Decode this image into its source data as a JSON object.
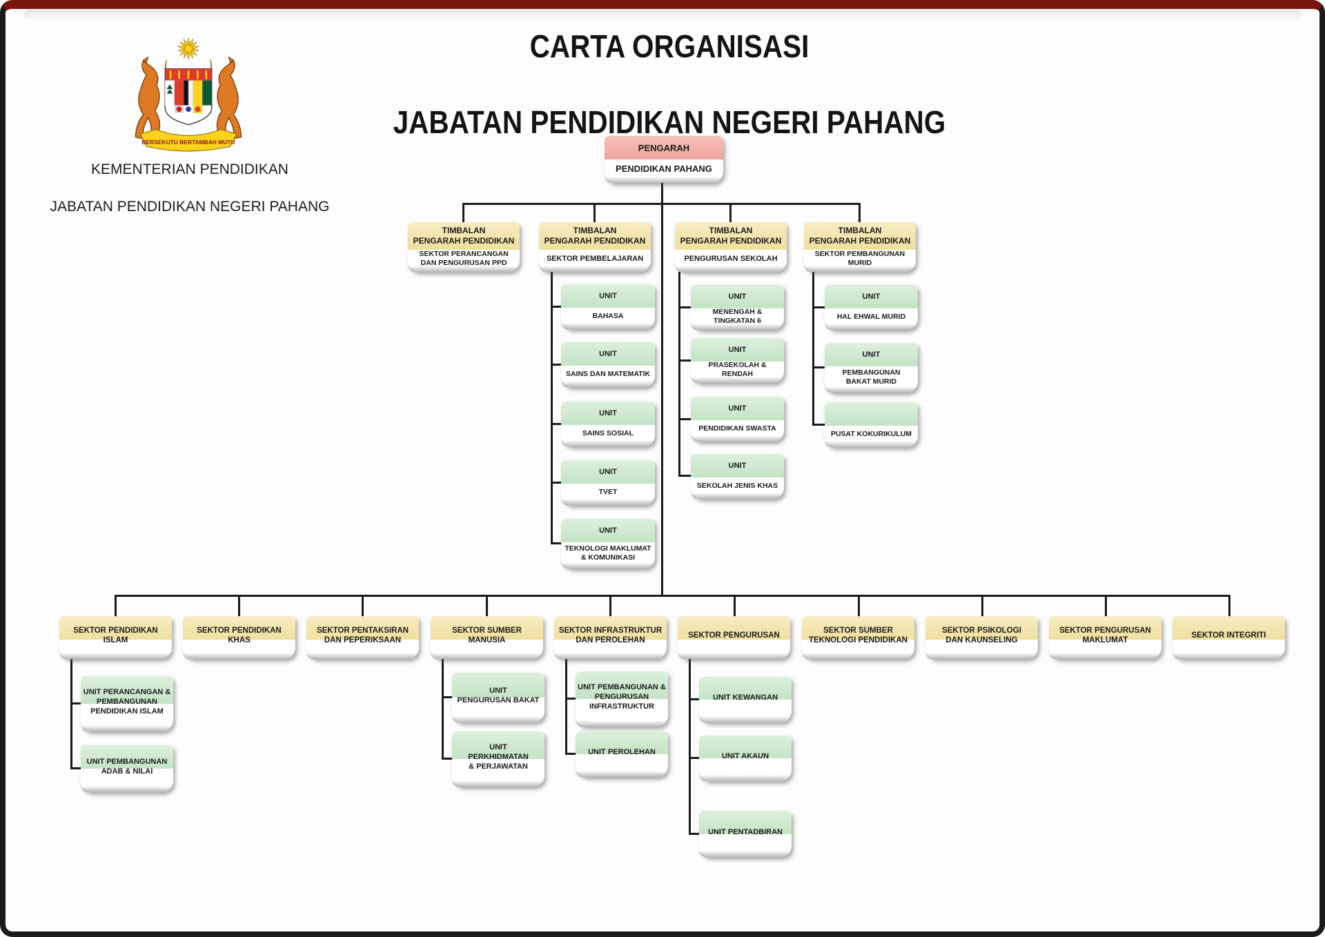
{
  "header": {
    "title_line1": "CARTA ORGANISASI",
    "title_line2": "JABATAN PENDIDIKAN NEGERI PAHANG",
    "logo": {
      "caption_line1": "KEMENTERIAN PENDIDIKAN",
      "caption_line2": "JABATAN PENDIDIKAN NEGERI PAHANG",
      "motto": "BERSEKUTU BERTAMBAH MUTU"
    }
  },
  "colors": {
    "director_header": "#f0a49d",
    "deputy_header": "#efdf9e",
    "unit_header": "#c4e3c5",
    "connector": "#1a1a1a",
    "frame_top": "#7a150e",
    "frame_side": "#1b1b1b"
  },
  "director": {
    "header": "PENGARAH",
    "body": "PENDIDIKAN PAHANG"
  },
  "deputies": [
    {
      "header": "TIMBALAN\nPENGARAH PENDIDIKAN",
      "body": "SEKTOR PERANCANGAN\nDAN PENGURUSAN PPD"
    },
    {
      "header": "TIMBALAN\nPENGARAH PENDIDIKAN",
      "body": "SEKTOR PEMBELAJARAN"
    },
    {
      "header": "TIMBALAN\nPENGARAH PENDIDIKAN",
      "body": "PENGURUSAN SEKOLAH"
    },
    {
      "header": "TIMBALAN\nPENGARAH PENDIDIKAN",
      "body": "SEKTOR PEMBANGUNAN MURID"
    }
  ],
  "learning_units": [
    {
      "header": "UNIT",
      "body": "BAHASA"
    },
    {
      "header": "UNIT",
      "body": "SAINS DAN MATEMATIK"
    },
    {
      "header": "UNIT",
      "body": "SAINS SOSIAL"
    },
    {
      "header": "UNIT",
      "body": "TVET"
    },
    {
      "header": "UNIT",
      "body": "TEKNOLOGI MAKLUMAT\n& KOMUNIKASI"
    }
  ],
  "school_units": [
    {
      "header": "UNIT",
      "body": "MENENGAH & TINGKATAN 6"
    },
    {
      "header": "UNIT",
      "body": "PRASEKOLAH & RENDAH"
    },
    {
      "header": "UNIT",
      "body": "PENDIDIKAN SWASTA"
    },
    {
      "header": "UNIT",
      "body": "SEKOLAH JENIS KHAS"
    }
  ],
  "student_units": [
    {
      "header": "UNIT",
      "body": "HAL EHWAL MURID"
    },
    {
      "header": "UNIT",
      "body": "PEMBANGUNAN\nBAKAT MURID"
    },
    {
      "header": "",
      "body": "PUSAT KOKURIKULUM"
    }
  ],
  "sectors": [
    {
      "title": "SEKTOR PENDIDIKAN ISLAM",
      "units": [
        "UNIT PERANCANGAN &\nPEMBANGUNAN\nPENDIDIKAN ISLAM",
        "UNIT PEMBANGUNAN\nADAB & NILAI"
      ]
    },
    {
      "title": "SEKTOR PENDIDIKAN KHAS",
      "units": []
    },
    {
      "title": "SEKTOR PENTAKSIRAN\nDAN PEPERIKSAAN",
      "units": []
    },
    {
      "title": "SEKTOR SUMBER MANUSIA",
      "units": [
        "UNIT\nPENGURUSAN BAKAT",
        "UNIT\nPERKHIDMATAN\n& PERJAWATAN"
      ]
    },
    {
      "title": "SEKTOR INFRASTRUKTUR\nDAN PEROLEHAN",
      "units": [
        "UNIT PEMBANGUNAN &\nPENGURUSAN\nINFRASTRUKTUR",
        "UNIT PEROLEHAN"
      ]
    },
    {
      "title": "SEKTOR PENGURUSAN",
      "units": [
        "UNIT KEWANGAN",
        "UNIT AKAUN",
        "UNIT PENTADBIRAN"
      ]
    },
    {
      "title": "SEKTOR SUMBER\nTEKNOLOGI PENDIDIKAN",
      "units": []
    },
    {
      "title": "SEKTOR PSIKOLOGI\nDAN KAUNSELING",
      "units": []
    },
    {
      "title": "SEKTOR PENGURUSAN\nMAKLUMAT",
      "units": []
    },
    {
      "title": "SEKTOR INTEGRITI",
      "units": []
    }
  ]
}
